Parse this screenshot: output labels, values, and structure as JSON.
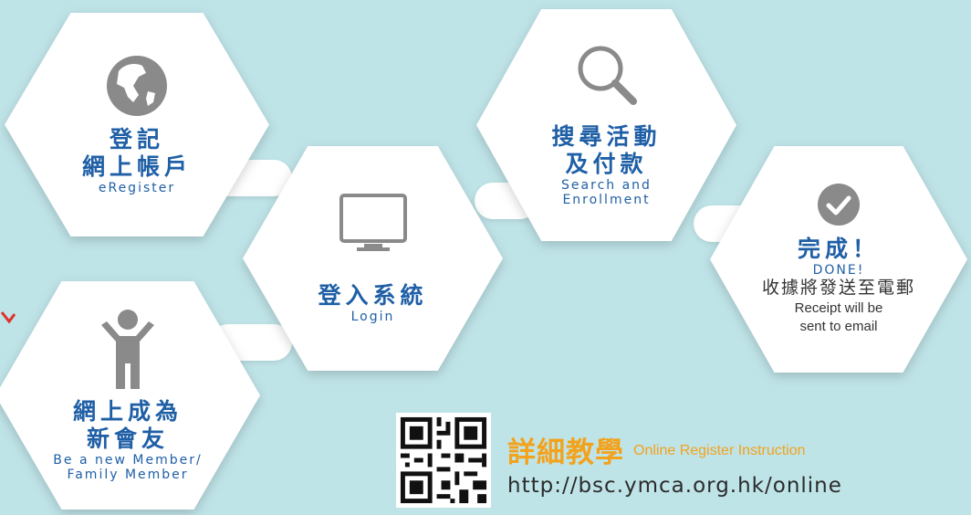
{
  "steps": {
    "eregister": {
      "zh_line1": "登記",
      "zh_line2": "網上帳戶",
      "en": "eRegister",
      "icon": "globe-icon"
    },
    "new_member": {
      "zh_line1": "網上成為",
      "zh_line2": "新會友",
      "en_line1": "Be a new Member/",
      "en_line2": "Family Member",
      "icon": "person-icon"
    },
    "login": {
      "zh": "登入系統",
      "en": "Login",
      "icon": "monitor-icon"
    },
    "search": {
      "zh_line1": "搜尋活動",
      "zh_line2": "及付款",
      "en_line1": "Search and",
      "en_line2": "Enrollment",
      "icon": "search-icon"
    },
    "done": {
      "zh": "完成！",
      "en": "DONE!",
      "zh_receipt": "收據將發送至電郵",
      "en_line1": "Receipt will be",
      "en_line2": "sent to email",
      "icon": "check-icon"
    }
  },
  "instruction": {
    "zh_title": "詳細教學",
    "en_title": "Online Register Instruction",
    "url": "http://bsc.ymca.org.hk/online"
  },
  "colors": {
    "background": "#bfe4e8",
    "accent_blue": "#1f5fa6",
    "icon_gray": "#8a8a8a",
    "orange": "#f3a21c",
    "arrow_red": "#e0302a"
  }
}
